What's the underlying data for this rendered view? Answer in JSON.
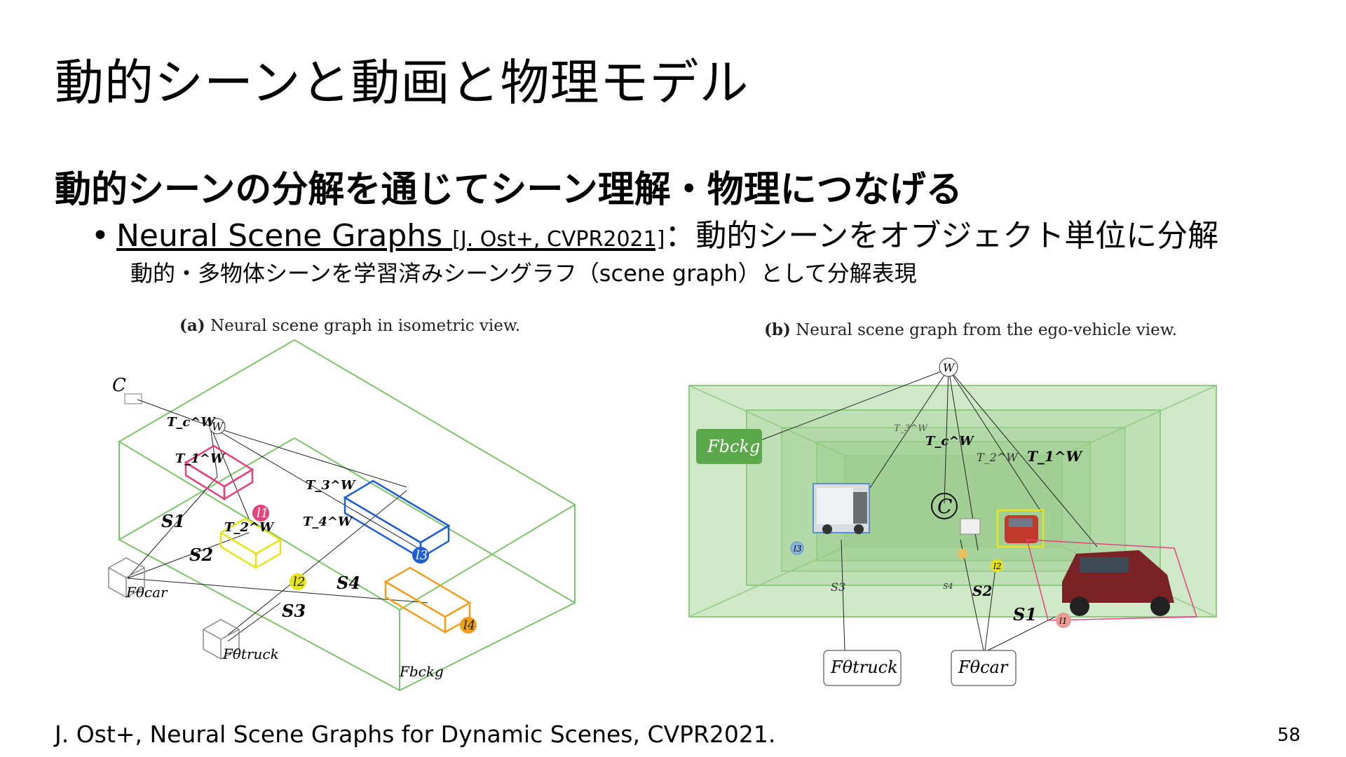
{
  "slide": {
    "title": "動的シーンと動画と物理モデル",
    "heading": "動的シーンの分解を通じてシーン理解・物理につなげる",
    "bullet_marker": "•",
    "bullet_link": "Neural Scene Graphs",
    "bullet_ref": "[J. Ost+, CVPR2021]",
    "bullet_text": "：動的シーンをオブジェクト単位に分解",
    "sub_text": "動的・多物体シーンを学習済みシーングラフ（scene graph）として分解表現",
    "footer": "J. Ost+, Neural Scene Graphs for Dynamic Scenes, CVPR2021.",
    "page_number": "58"
  },
  "figure_a": {
    "caption_tag": "(a)",
    "caption": "Neural scene graph in isometric view.",
    "labels": {
      "camera": "C",
      "world": "W",
      "tc": "T_c^W",
      "t1": "T_1^W",
      "t2": "T_2^W",
      "t3": "T_3^W",
      "t4": "T_4^W",
      "s1": "S1",
      "s2": "S2",
      "s3": "S3",
      "s4": "S4",
      "l1": "l1",
      "l2": "l2",
      "l3": "l3",
      "l4": "l4",
      "f_car": "Fθcar",
      "f_truck": "Fθtruck",
      "f_bckg": "Fbckg"
    }
  },
  "figure_b": {
    "caption_tag": "(b)",
    "caption": "Neural scene graph from the ego-vehicle view.",
    "labels": {
      "world": "W",
      "camera": "C",
      "f_bckg": "Fbckg",
      "tc": "T_c^W",
      "t1": "T_1^W",
      "t2": "T_2^W",
      "t3": "T_3^W",
      "s1": "S1",
      "s2": "S2",
      "s3": "S3",
      "s4": "S4",
      "l1": "l1",
      "l2": "l2",
      "l3": "l3",
      "f_truck": "Fθtruck",
      "f_car": "Fθcar"
    }
  },
  "colors": {
    "box_pink": "#e0457b",
    "box_yellow": "#e8e41c",
    "box_blue": "#1f5fd1",
    "box_orange": "#f0a020",
    "scene_green": "#7cc46a",
    "bckg_green": "#5aa84a"
  }
}
